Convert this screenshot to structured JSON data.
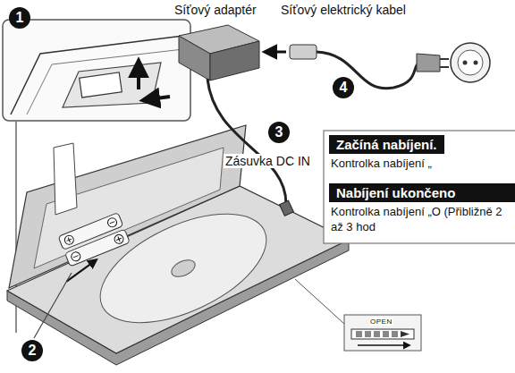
{
  "diagram": {
    "nodes": [
      {
        "text": [
          "Začíná nabíjení.",
          "Kontrolka nabíjení „"
        ]
      },
      {
        "text": [
          "Nabíjení ukončeno",
          "Kontrolka nabíjení „O (Přibližně 2 až 3 hod"
        ]
      }
    ],
    "labels": [
      "1",
      "Síťový adaptér",
      "Síťový elektrický kabel",
      "4",
      "3",
      "Zásuvka DC IN",
      "2",
      "OPEN"
    ]
  }
}
